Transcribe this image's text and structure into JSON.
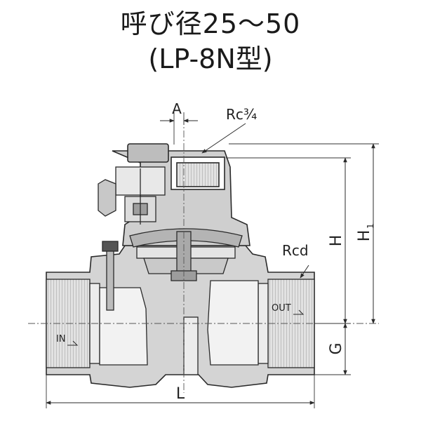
{
  "title": "呼び径25～50",
  "subtitle": "(LP-8N型)",
  "labels": {
    "A": "A",
    "rc34": "Rc¾",
    "rcd": "Rcd",
    "H": "H",
    "H1": "H",
    "H1_sub": "1",
    "G": "G",
    "L": "L",
    "out": "OUT",
    "in": "IN"
  },
  "colors": {
    "body_fill": "#d4d4d4",
    "body_dark": "#a9a9a9",
    "line": "#2a2a2a"
  }
}
